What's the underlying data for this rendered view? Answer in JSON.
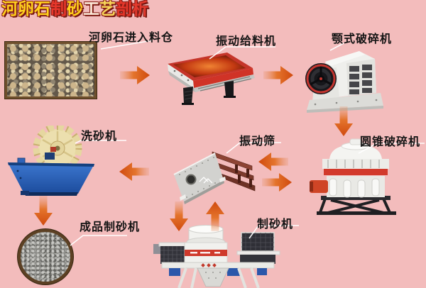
{
  "title": {
    "text": "河卵石制砂工艺剖析",
    "char_colors": [
      "#ffd21e",
      "#ffd21e",
      "#ffd21e",
      "#e6372b",
      "#ffd21e",
      "#fcead9",
      "#f7d75a",
      "#e6372b",
      "#e33a2e"
    ],
    "outline_color": "#8a1f17"
  },
  "labels": {
    "feed": "河卵石进入料仓",
    "feeder": "振动给料机",
    "jaw": "颚式破碎机",
    "cone": "圆锥破碎机",
    "screen": "振动筛",
    "washer": "洗砂机",
    "product": "成品制砂机",
    "sandmaker": "制砂机"
  },
  "arrows": [
    {
      "from": "pebbles",
      "to": "vibrating-feeder",
      "direction": "right"
    },
    {
      "from": "vibrating-feeder",
      "to": "jaw-crusher",
      "direction": "right"
    },
    {
      "from": "jaw-crusher",
      "to": "cone-crusher",
      "direction": "down"
    },
    {
      "from": "cone-crusher",
      "to": "vibrating-screen",
      "direction": "left"
    },
    {
      "from": "vibrating-screen",
      "to": "cone-crusher",
      "direction": "right"
    },
    {
      "from": "vibrating-screen",
      "to": "sand-washer",
      "direction": "left"
    },
    {
      "from": "sand-washer",
      "to": "finished-sand",
      "direction": "down"
    },
    {
      "from": "vibrating-screen",
      "to": "sand-maker",
      "direction": "down"
    },
    {
      "from": "sand-maker",
      "to": "vibrating-screen",
      "direction": "up"
    }
  ],
  "colors": {
    "background": "#f3bcbc",
    "arrow_head": "#d04a0e",
    "arrow_tail": "#e8926a",
    "label_text": "#141414",
    "callout_line": "#ffffff",
    "machine_red": "#cf392b",
    "washer_blue": "#2f63b8"
  }
}
